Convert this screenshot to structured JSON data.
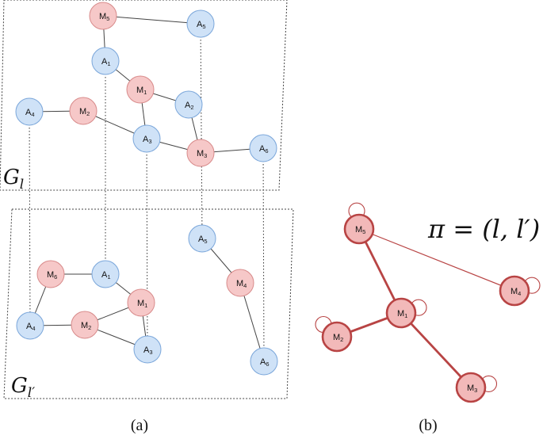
{
  "colors": {
    "blue_fill": "#cfe2f7",
    "blue_stroke": "#7aa6da",
    "red_fill": "#f6c8c8",
    "red_stroke": "#d88a8a",
    "quotient_fill": "#f2b9b9",
    "quotient_stroke": "#b84444",
    "edge": "#444444"
  },
  "panel_a": {
    "caption": "(a)",
    "graph_top_label": {
      "main": "G",
      "sub": "l"
    },
    "graph_bottom_label": {
      "main": "G",
      "sub": "l′"
    },
    "top_nodes": [
      {
        "id": "t-m5",
        "kind": "M",
        "sub": "5"
      },
      {
        "id": "t-a5",
        "kind": "A",
        "sub": "5"
      },
      {
        "id": "t-a1",
        "kind": "A",
        "sub": "1"
      },
      {
        "id": "t-m1",
        "kind": "M",
        "sub": "1"
      },
      {
        "id": "t-a4",
        "kind": "A",
        "sub": "4"
      },
      {
        "id": "t-m2",
        "kind": "M",
        "sub": "2"
      },
      {
        "id": "t-a2",
        "kind": "A",
        "sub": "2"
      },
      {
        "id": "t-a3",
        "kind": "A",
        "sub": "3"
      },
      {
        "id": "t-m3",
        "kind": "M",
        "sub": "3"
      },
      {
        "id": "t-a6",
        "kind": "A",
        "sub": "6"
      }
    ],
    "bottom_nodes": [
      {
        "id": "b-a5",
        "kind": "A",
        "sub": "5"
      },
      {
        "id": "b-m6",
        "kind": "M",
        "sub": "6"
      },
      {
        "id": "b-a1",
        "kind": "A",
        "sub": "1"
      },
      {
        "id": "b-m4",
        "kind": "M",
        "sub": "4"
      },
      {
        "id": "b-m1",
        "kind": "M",
        "sub": "1"
      },
      {
        "id": "b-a4",
        "kind": "A",
        "sub": "4"
      },
      {
        "id": "b-m2",
        "kind": "M",
        "sub": "2"
      },
      {
        "id": "b-a3",
        "kind": "A",
        "sub": "3"
      },
      {
        "id": "b-a6",
        "kind": "A",
        "sub": "6"
      }
    ]
  },
  "panel_b": {
    "caption": "(b)",
    "formula": "π = (l, l′)",
    "nodes": [
      {
        "id": "q-m5",
        "kind": "M",
        "sub": "5"
      },
      {
        "id": "q-m4",
        "kind": "M",
        "sub": "4"
      },
      {
        "id": "q-m1",
        "kind": "M",
        "sub": "1"
      },
      {
        "id": "q-m2",
        "kind": "M",
        "sub": "2"
      },
      {
        "id": "q-m3",
        "kind": "M",
        "sub": "3"
      }
    ]
  }
}
